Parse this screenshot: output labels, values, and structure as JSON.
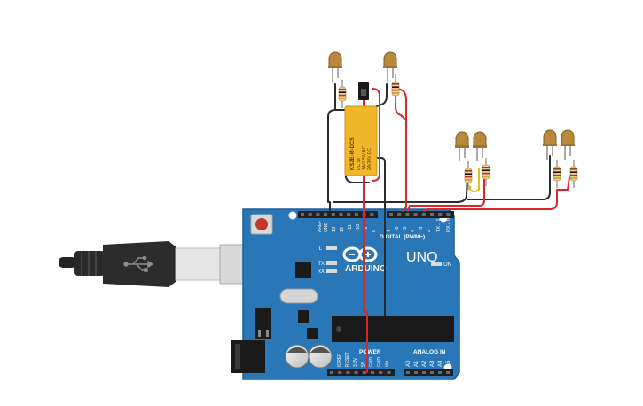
{
  "circuit": {
    "board": {
      "brand": "ARDUINO",
      "model": "UNO",
      "digital_header_label": "DIGITAL (PWM~)",
      "power_label": "POWER",
      "analog_label": "ANALOG IN",
      "on_label": "ON",
      "led_l_label": "L",
      "tx_label": "TX",
      "rx_label": "RX",
      "aref_label": "AREF",
      "gnd_label": "GND",
      "digital_pins": [
        "13",
        "12",
        "~11",
        "~10",
        "~9",
        "8",
        "7",
        "~6",
        "~5",
        "4",
        "~3",
        "2",
        "TX→1",
        "RX←0"
      ],
      "power_pins": [
        "IOREF",
        "RESET",
        "3.3V",
        "5V",
        "GND",
        "GND",
        "Vin"
      ],
      "analog_pins": [
        "A0",
        "A1",
        "A2",
        "A3",
        "A4",
        "A5"
      ]
    },
    "relay": {
      "line1": "KS2E-M-DC5",
      "line2": "DC 5V",
      "line3": "1A/125V AC",
      "line4": "2A/30V DC"
    },
    "colors": {
      "board": "#2a77b8",
      "board_edge": "#1f5f96",
      "wire_red": "#d6272b",
      "wire_black": "#2b2b2b",
      "wire_yellow": "#e3c11b",
      "relay_body": "#f2b729",
      "led_body": "#b8893a",
      "usb_plug": "#2a2a2a"
    },
    "icons": {
      "usb": "usb-icon",
      "arduino_logo": "infinity-logo-icon"
    }
  }
}
